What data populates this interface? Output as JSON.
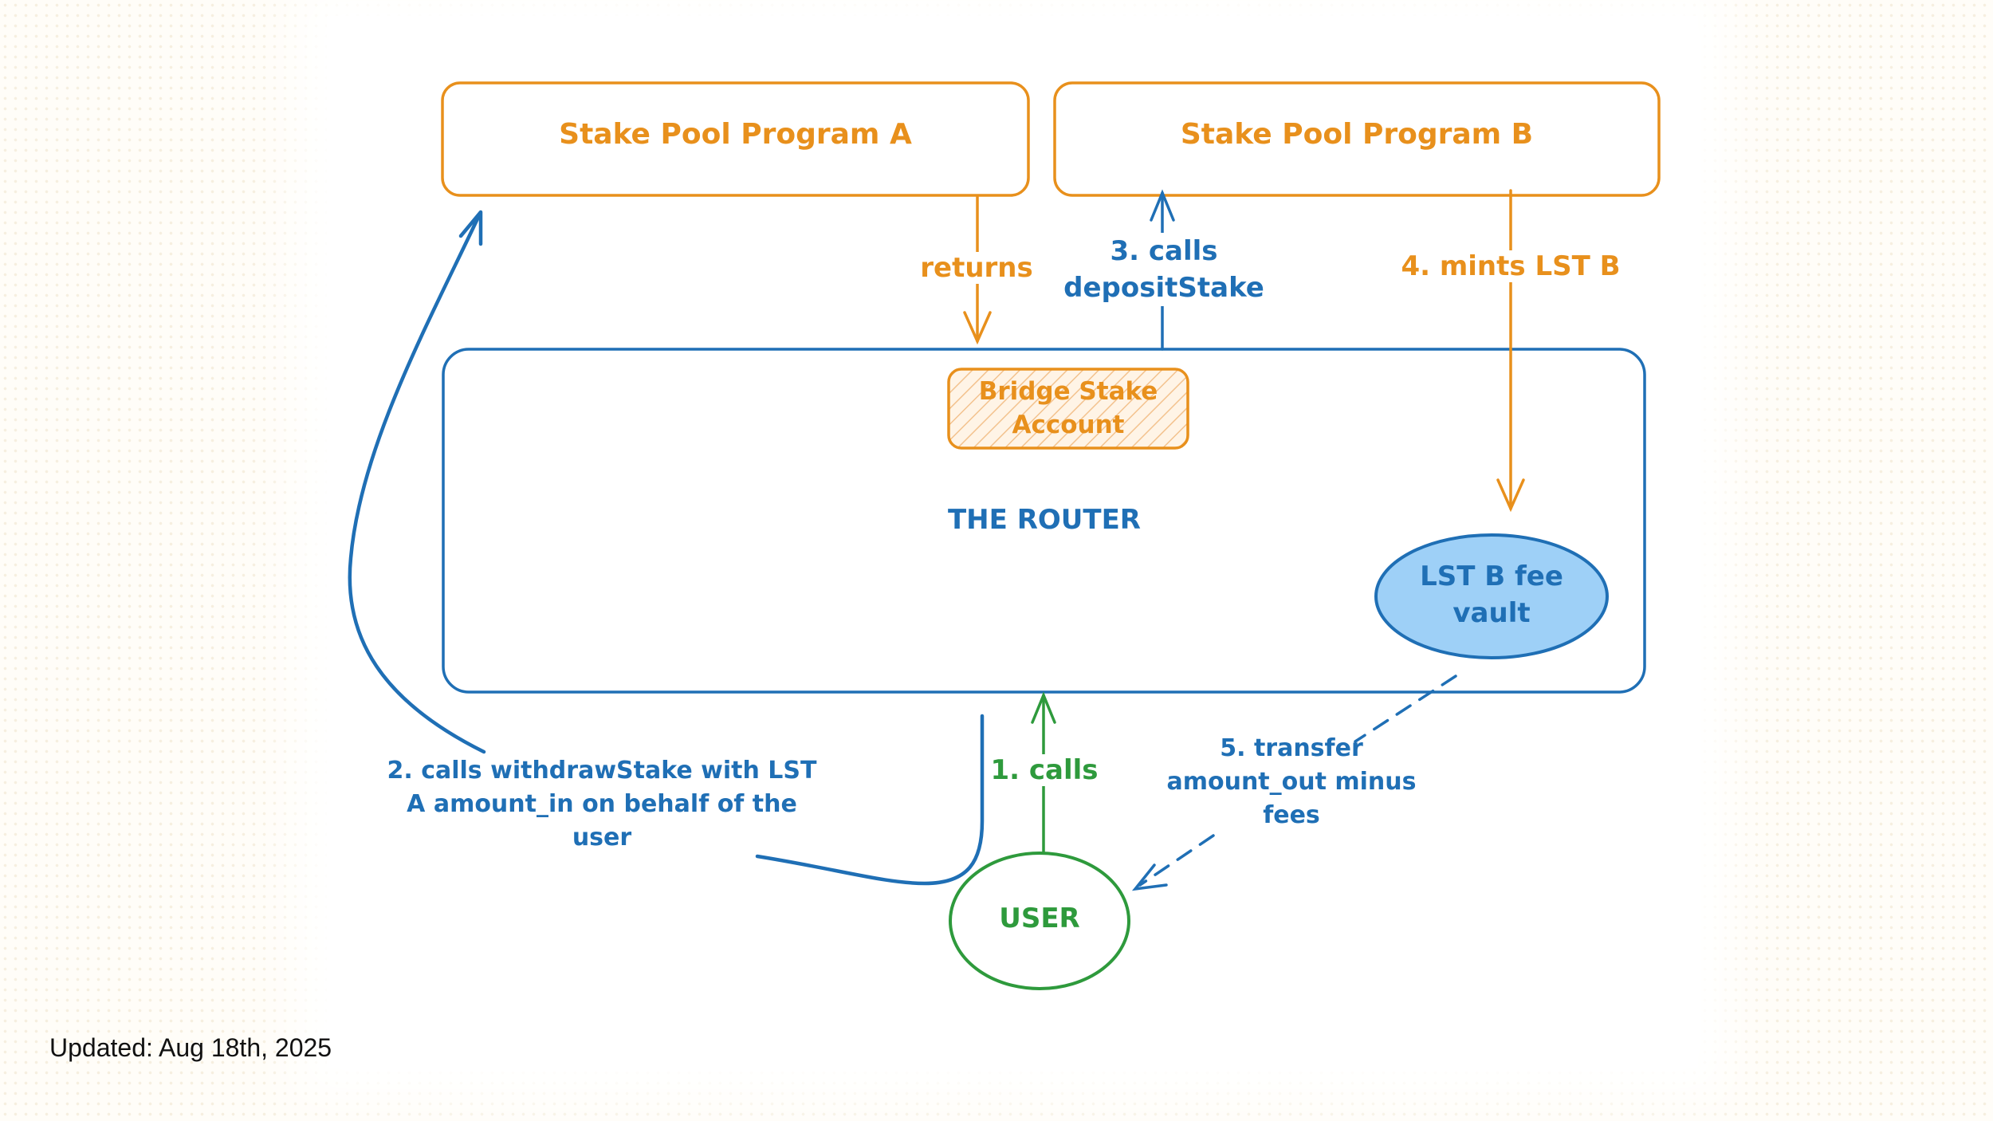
{
  "nodes": {
    "program_a": "Stake Pool Program A",
    "program_b": "Stake Pool Program B",
    "router": "THE ROUTER",
    "bridge_line1": "Bridge Stake",
    "bridge_line2": "Account",
    "vault_line1": "LST B fee",
    "vault_line2": "vault",
    "user": "USER"
  },
  "edges": {
    "returns": "returns",
    "calls_line1": "3. calls",
    "calls_line2": "depositStake",
    "mints": "4. mints LST B",
    "step1": "1. calls",
    "step2_line1": "2. calls withdrawStake with LST",
    "step2_line2": "A amount_in on behalf of the",
    "step2_line3": "user",
    "step5_line1": "5. transfer",
    "step5_line2": "amount_out minus",
    "step5_line3": "fees"
  },
  "footer": {
    "updated": "Updated: Aug 18th, 2025"
  },
  "colors": {
    "orange": "#e8901c",
    "blue": "#1f6fb5",
    "green": "#2e9a3c",
    "vault_fill": "#9ed0f7"
  }
}
